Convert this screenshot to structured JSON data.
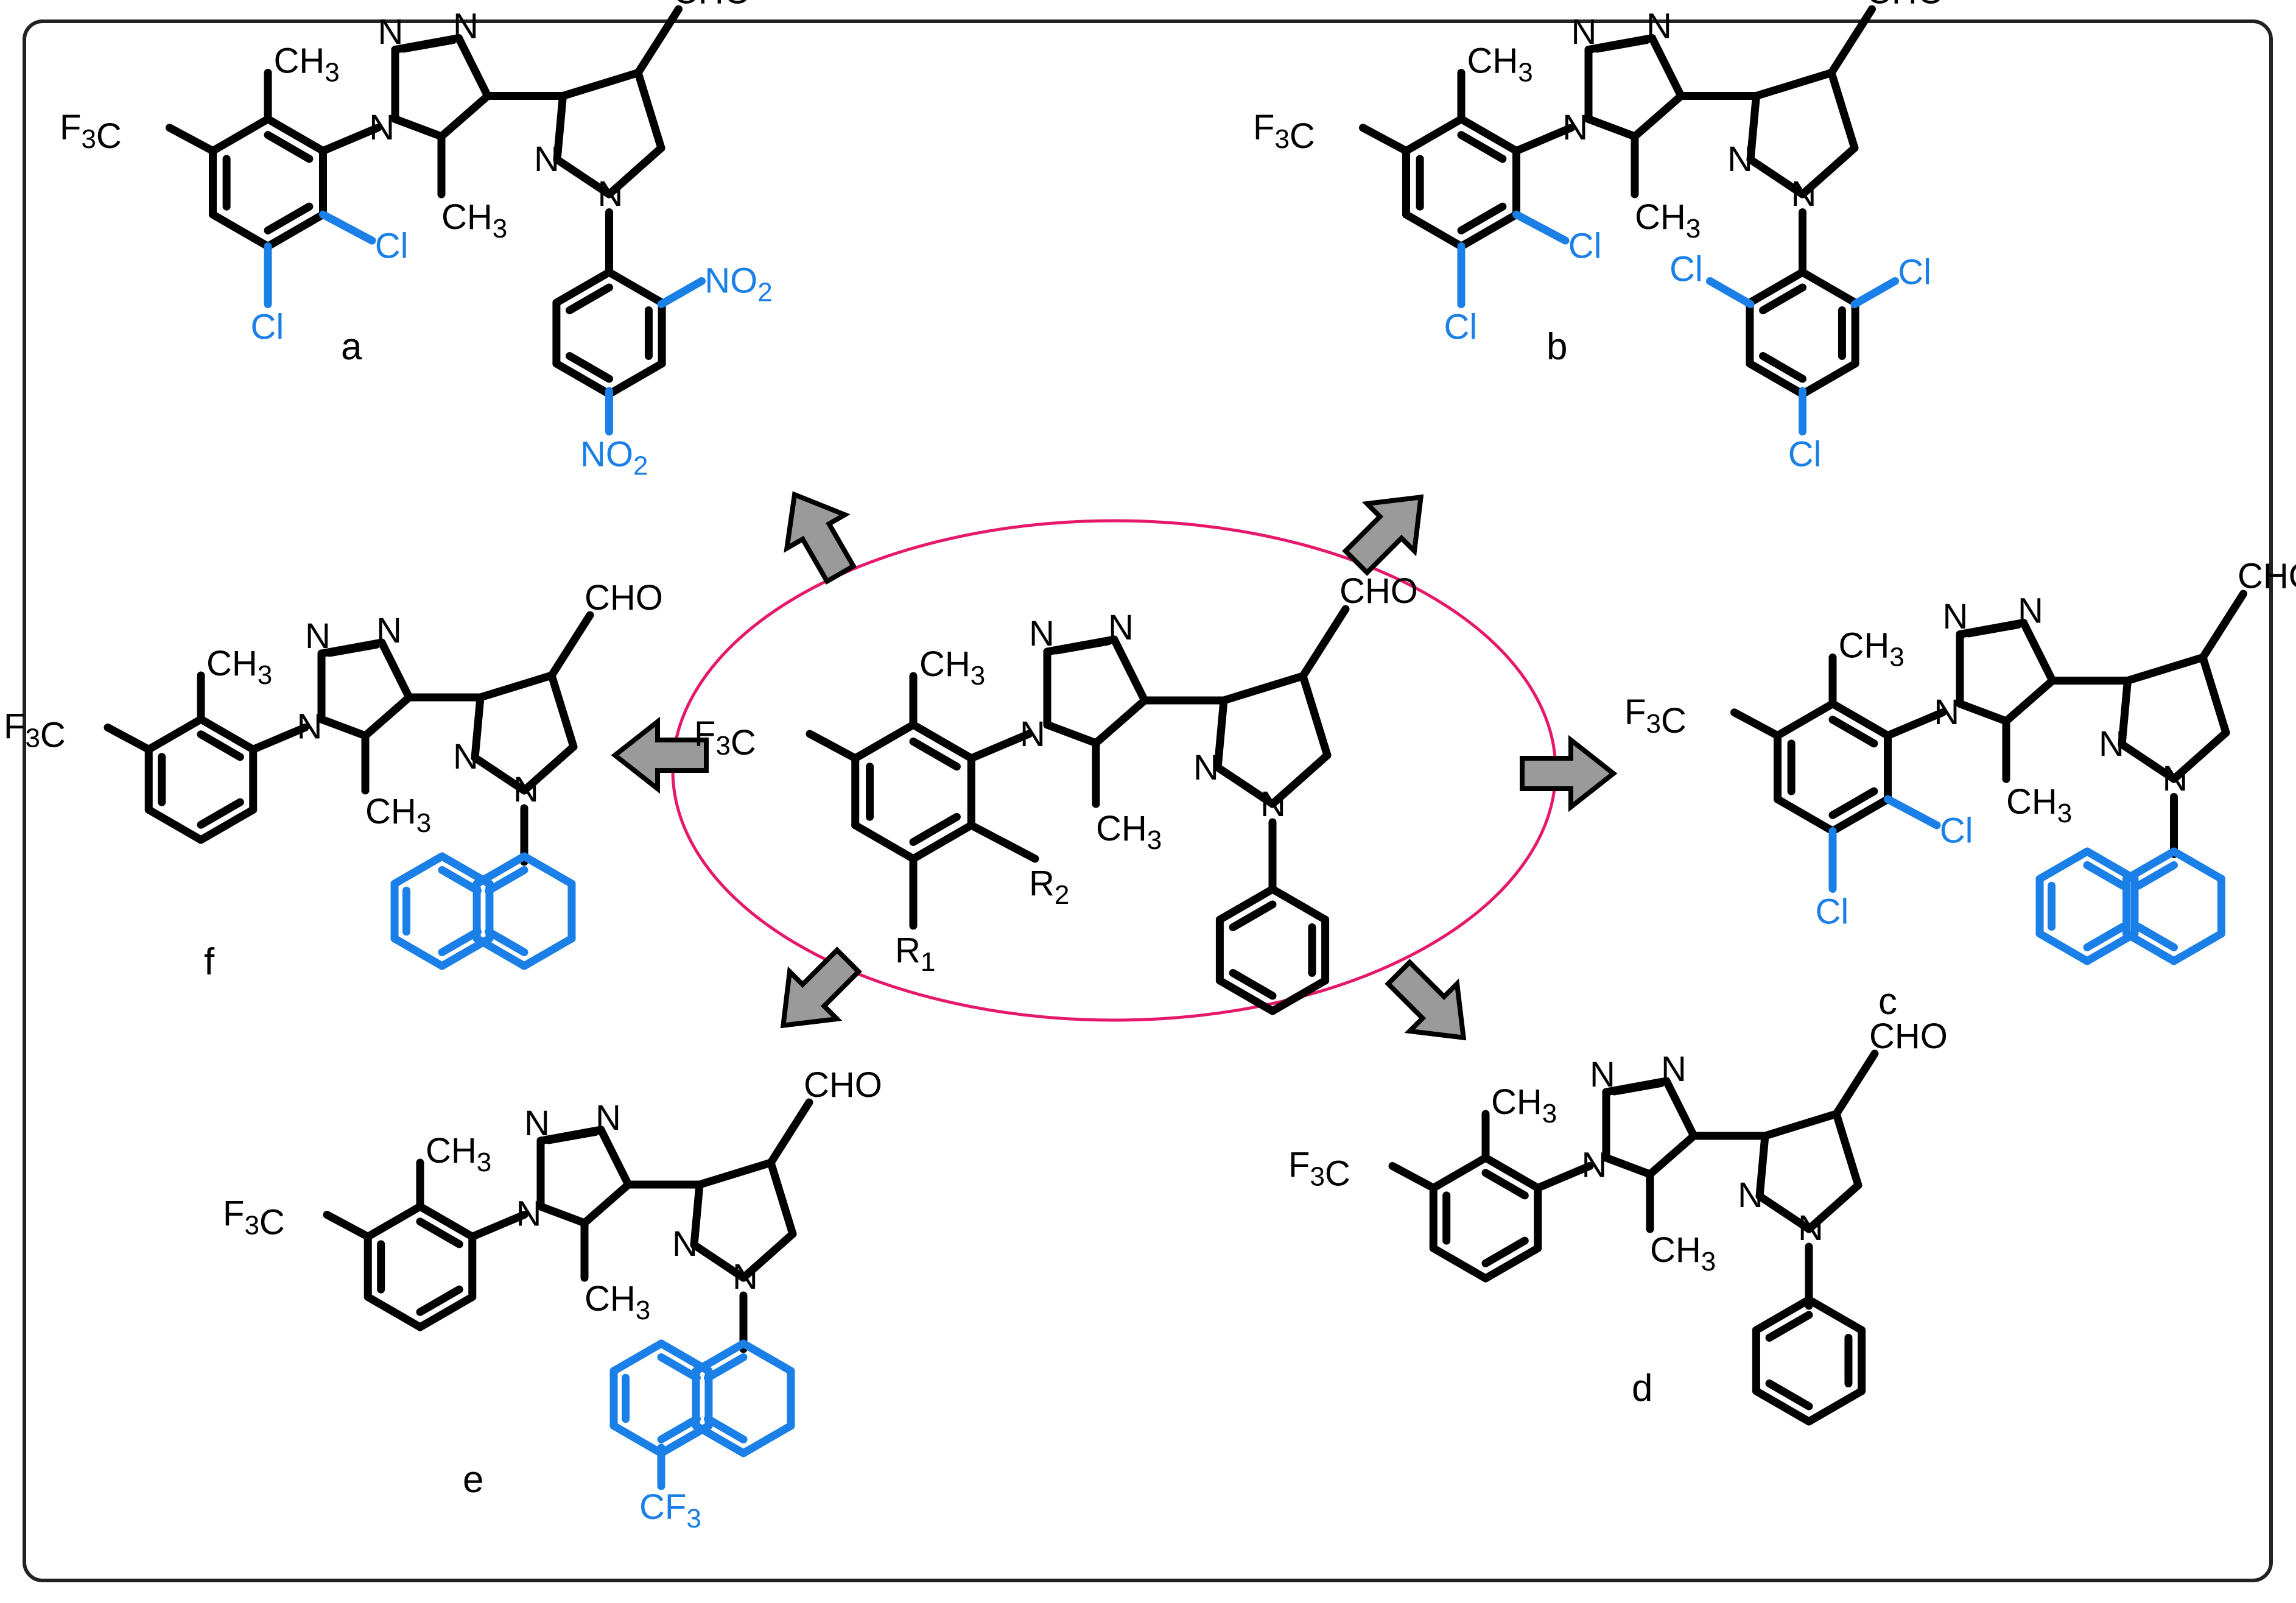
{
  "colors": {
    "accent": "#1a7fe6",
    "bond": "#000000",
    "oval": "#e6186b",
    "arrow_fill": "#9a9a9a",
    "frame": "#222222"
  },
  "center": {
    "groups": [
      "CH3",
      "N",
      "N",
      "N",
      "CHO",
      "F3C",
      "CH3",
      "R2",
      "R1",
      "N",
      "N"
    ]
  },
  "compounds": [
    {
      "label": "a",
      "ch3_top": "CH3",
      "ch3_low": "CH3",
      "cho": "CHO",
      "f3c": "F3C",
      "n": "N",
      "cl1": "Cl",
      "cl2": "Cl",
      "no2a": "NO2",
      "no2b": "NO2"
    },
    {
      "label": "b",
      "ch3_top": "CH3",
      "ch3_low": "CH3",
      "cho": "CHO",
      "f3c": "F3C",
      "n": "N",
      "cl1": "Cl",
      "cl2": "Cl",
      "cl3": "Cl",
      "cl4": "Cl",
      "cl5": "Cl"
    },
    {
      "label": "c",
      "ch3_top": "CH3",
      "ch3_low": "CH3",
      "cho": "CHO",
      "f3c": "F3C",
      "n": "N",
      "cl1": "Cl",
      "cl2": "Cl"
    },
    {
      "label": "d",
      "ch3_top": "CH3",
      "ch3_low": "CH3",
      "cho": "CHO",
      "f3c": "F3C",
      "n": "N"
    },
    {
      "label": "e",
      "ch3_top": "CH3",
      "ch3_low": "CH3",
      "cho": "CHO",
      "f3c": "F3C",
      "n": "N",
      "cf3": "CF3"
    },
    {
      "label": "f",
      "ch3_top": "CH3",
      "ch3_low": "CH3",
      "cho": "CHO",
      "f3c": "F3C",
      "n": "N"
    }
  ],
  "arrow_targets": [
    "a",
    "b",
    "c",
    "d",
    "e",
    "f"
  ]
}
